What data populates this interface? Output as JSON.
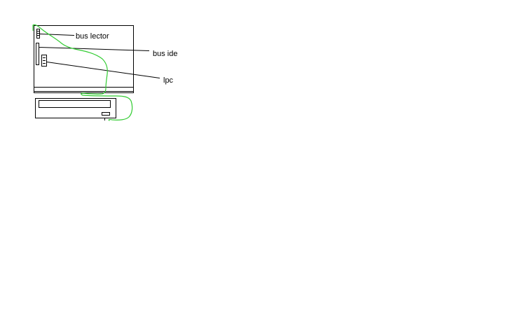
{
  "labels": {
    "bus_lector": "bus lector",
    "bus_ide": "bus ide",
    "lpc": "lpc"
  },
  "colors": {
    "background": "#ffffff",
    "line": "#000000",
    "cable": "#33cc33"
  }
}
